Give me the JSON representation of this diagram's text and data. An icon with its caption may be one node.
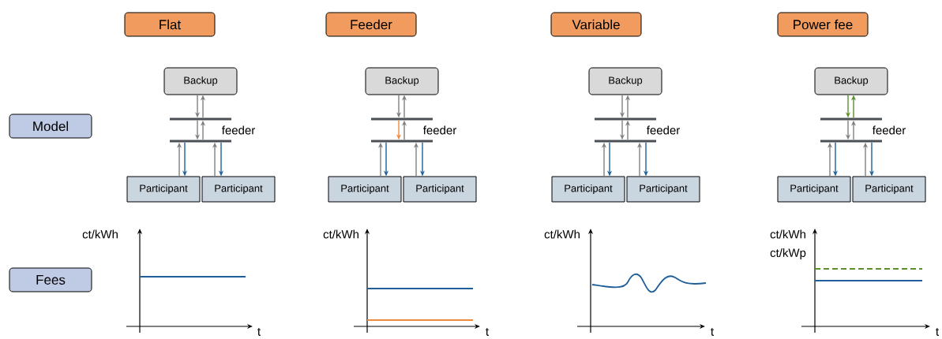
{
  "diagram": {
    "nodes": [
      {
        "text": [
          "Flat"
        ]
      },
      {
        "text": [
          "Feeder"
        ]
      },
      {
        "text": [
          "Variable"
        ]
      },
      {
        "text": [
          "Power fee"
        ]
      },
      {
        "text": [
          "Model"
        ]
      },
      {
        "text": [
          "Fees"
        ]
      },
      {
        "text": [
          "Backup"
        ]
      },
      {
        "text": [],
        "shape": "bar"
      },
      {
        "text": [],
        "shape": "bar"
      },
      {
        "text": [
          "Participant"
        ]
      },
      {
        "text": [
          "Participant"
        ]
      },
      {
        "text": [
          "Backup"
        ]
      },
      {
        "text": [],
        "shape": "bar"
      },
      {
        "text": [],
        "shape": "bar"
      },
      {
        "text": [
          "Participant"
        ]
      },
      {
        "text": [
          "Participant"
        ]
      },
      {
        "text": [
          "Backup"
        ]
      },
      {
        "text": [],
        "shape": "bar"
      },
      {
        "text": [],
        "shape": "bar"
      },
      {
        "text": [
          "Participant"
        ]
      },
      {
        "text": [
          "Participant"
        ]
      },
      {
        "text": [
          "Backup"
        ]
      },
      {
        "text": [],
        "shape": "bar"
      },
      {
        "text": [],
        "shape": "bar"
      },
      {
        "text": [
          "Participant"
        ]
      },
      {
        "text": [
          "Participant"
        ]
      }
    ],
    "edges": [
      {
        "from": 6,
        "to": 7,
        "arrow": "to"
      },
      {
        "from": 7,
        "to": 6,
        "arrow": "to"
      },
      {
        "from": 7,
        "to": 8,
        "arrow": "to"
      },
      {
        "from": 8,
        "to": 7,
        "arrow": "to"
      },
      {
        "from": 9,
        "to": 8,
        "arrow": "to"
      },
      {
        "from": 8,
        "to": 9,
        "arrow": "to",
        "color": "#1f5f99"
      },
      {
        "from": 10,
        "to": 8,
        "arrow": "to"
      },
      {
        "from": 8,
        "to": 10,
        "arrow": "to",
        "color": "#1f5f99"
      },
      {
        "from": 11,
        "to": 12,
        "arrow": "to"
      },
      {
        "from": 12,
        "to": 11,
        "arrow": "to"
      },
      {
        "from": 12,
        "to": 13,
        "arrow": "to",
        "color": "#f08a3c"
      },
      {
        "from": 13,
        "to": 12,
        "arrow": "to"
      },
      {
        "from": 14,
        "to": 13,
        "arrow": "to"
      },
      {
        "from": 13,
        "to": 14,
        "arrow": "to",
        "color": "#1f5f99"
      },
      {
        "from": 15,
        "to": 13,
        "arrow": "to"
      },
      {
        "from": 13,
        "to": 15,
        "arrow": "to",
        "color": "#1f5f99"
      },
      {
        "from": 16,
        "to": 17,
        "arrow": "to"
      },
      {
        "from": 17,
        "to": 16,
        "arrow": "to"
      },
      {
        "from": 17,
        "to": 18,
        "arrow": "to"
      },
      {
        "from": 18,
        "to": 17,
        "arrow": "to"
      },
      {
        "from": 19,
        "to": 18,
        "arrow": "to"
      },
      {
        "from": 18,
        "to": 19,
        "arrow": "to",
        "color": "#1f5f99"
      },
      {
        "from": 20,
        "to": 18,
        "arrow": "to"
      },
      {
        "from": 18,
        "to": 20,
        "arrow": "to",
        "color": "#1f5f99"
      },
      {
        "from": 21,
        "to": 22,
        "arrow": "to",
        "color": "#5a8f2a"
      },
      {
        "from": 22,
        "to": 21,
        "arrow": "to",
        "color": "#5a8f2a"
      },
      {
        "from": 22,
        "to": 23,
        "arrow": "to"
      },
      {
        "from": 23,
        "to": 22,
        "arrow": "to"
      },
      {
        "from": 24,
        "to": 23,
        "arrow": "to"
      },
      {
        "from": 23,
        "to": 24,
        "arrow": "to",
        "color": "#1f5f99"
      },
      {
        "from": 25,
        "to": 23,
        "arrow": "to"
      },
      {
        "from": 23,
        "to": 25,
        "arrow": "to",
        "color": "#1f5f99"
      }
    ],
    "labels": [
      "feeder",
      "feeder",
      "feeder",
      "feeder",
      "ct/kWh",
      "ct/kWh",
      "ct/kWh",
      "ct/kWh",
      "ct/kWp",
      "t",
      "t",
      "t",
      "t"
    ]
  }
}
